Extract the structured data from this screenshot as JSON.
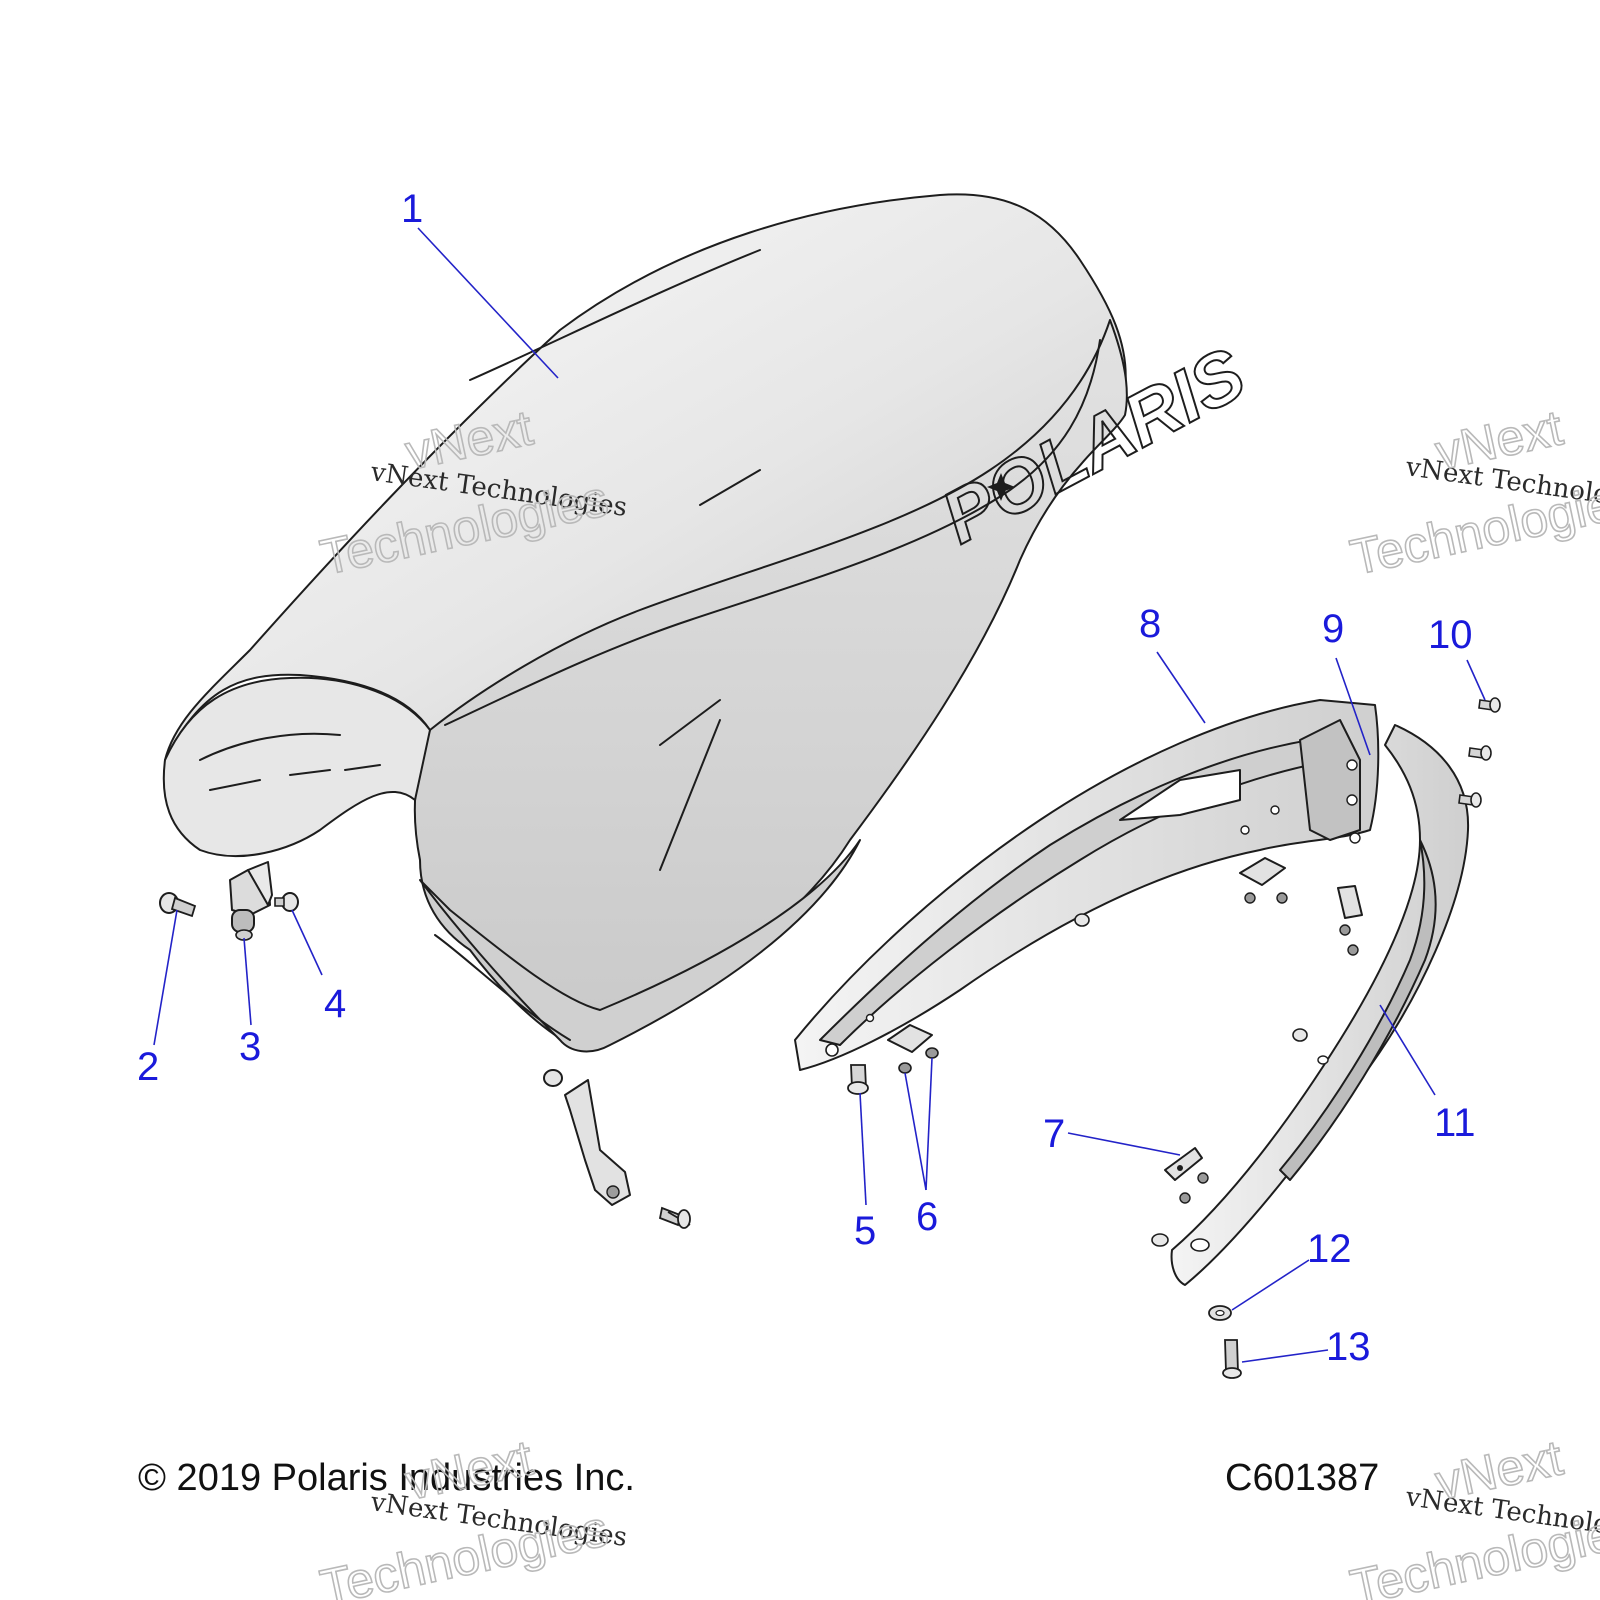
{
  "callouts": [
    "1",
    "2",
    "3",
    "4",
    "5",
    "6",
    "7",
    "8",
    "9",
    "10",
    "11",
    "12",
    "13"
  ],
  "copyright": "© 2019 Polaris Industries Inc.",
  "diagram_code": "C601387",
  "seat_logo": "POLARIS",
  "watermark": {
    "line": "vNext Technologies",
    "word1": "vNext",
    "word2": "Technologies"
  },
  "colors": {
    "callout": "#1a1adb",
    "leader": "#2323c8",
    "part_fill": "#d6d6d6",
    "part_highlight": "#f2f2f2",
    "outline": "#1d1d1d"
  }
}
